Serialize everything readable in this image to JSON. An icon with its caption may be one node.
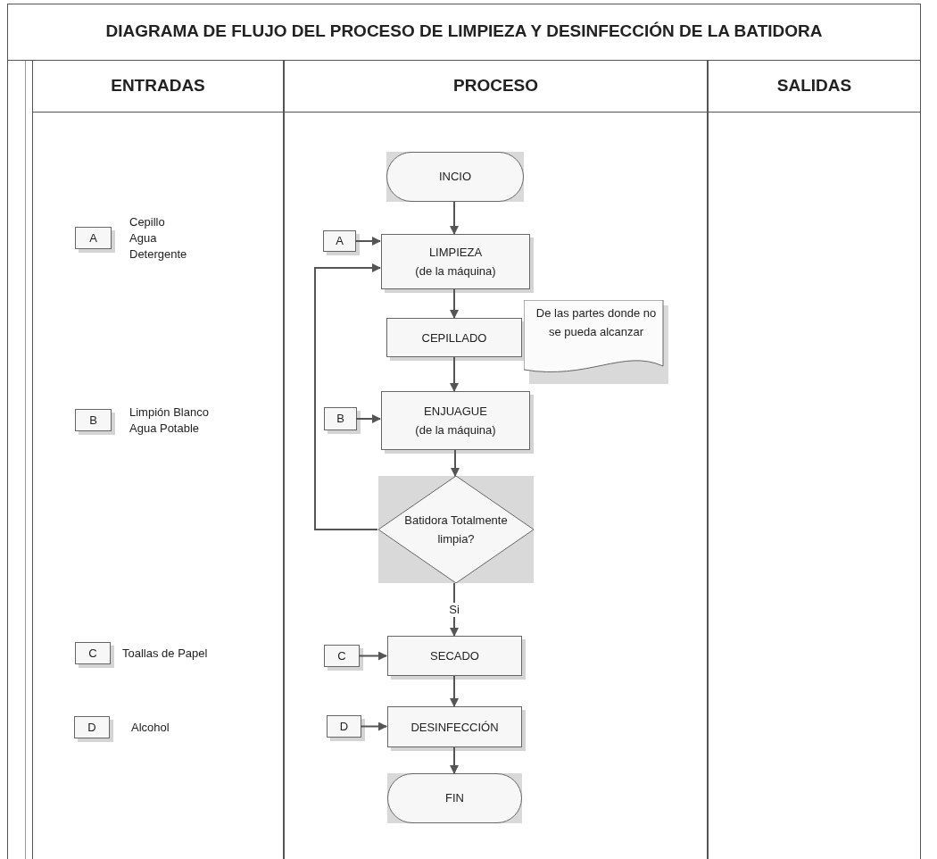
{
  "diagram": {
    "title": "DIAGRAMA DE FLUJO DEL PROCESO DE LIMPIEZA Y DESINFECCIÓN DE LA BATIDORA",
    "nodes": [
      {
        "text": [
          "ENTRADAS"
        ]
      },
      {
        "text": [
          "PROCESO"
        ]
      },
      {
        "text": [
          "SALIDAS"
        ]
      },
      {
        "text": [
          "A"
        ],
        "in": 0,
        "beside": [
          "Cepillo",
          "Agua",
          "Detergente"
        ]
      },
      {
        "text": [
          "B"
        ],
        "in": 0,
        "beside": [
          "Limpión Blanco",
          "Agua Potable"
        ]
      },
      {
        "text": [
          "C"
        ],
        "in": 0,
        "beside": [
          "Toallas de Papel"
        ]
      },
      {
        "text": [
          "D"
        ],
        "in": 0,
        "beside": [
          "Alcohol"
        ]
      },
      {
        "text": [
          "INCIO"
        ],
        "in": 1
      },
      {
        "text": [
          "A"
        ],
        "in": 1
      },
      {
        "text": [
          "LIMPIEZA",
          "(de la máquina)"
        ],
        "in": 1
      },
      {
        "text": [
          "CEPILLADO"
        ],
        "in": 1
      },
      {
        "text": [
          "De las partes donde no se pueda alcanzar"
        ],
        "in": 1
      },
      {
        "text": [
          "B"
        ],
        "in": 1
      },
      {
        "text": [
          "ENJUAGUE",
          "(de la máquina)"
        ],
        "in": 1
      },
      {
        "text": [
          "Batidora Totalmente limpia?"
        ],
        "in": 1
      },
      {
        "text": [
          "C"
        ],
        "in": 1
      },
      {
        "text": [
          "SECADO"
        ],
        "in": 1
      },
      {
        "text": [
          "D"
        ],
        "in": 1
      },
      {
        "text": [
          "DESINFECCIÓN"
        ],
        "in": 1
      },
      {
        "text": [
          "FIN"
        ],
        "in": 1
      }
    ],
    "edges": [
      {
        "from": 7,
        "to": 9,
        "arrow": "to"
      },
      {
        "from": 8,
        "to": 9,
        "arrow": "to"
      },
      {
        "from": 9,
        "to": 10,
        "arrow": "to"
      },
      {
        "from": 10,
        "to": 13,
        "arrow": "to"
      },
      {
        "from": 12,
        "to": 13,
        "arrow": "to"
      },
      {
        "from": 13,
        "to": 14,
        "arrow": "to"
      },
      {
        "from": 14,
        "to": 9,
        "arrow": "to"
      },
      {
        "from": 14,
        "to": 16,
        "arrow": "to",
        "label": "Si"
      },
      {
        "from": 15,
        "to": 16,
        "arrow": "to"
      },
      {
        "from": 16,
        "to": 18,
        "arrow": "to"
      },
      {
        "from": 17,
        "to": 18,
        "arrow": "to"
      },
      {
        "from": 18,
        "to": 19,
        "arrow": "to"
      }
    ]
  }
}
